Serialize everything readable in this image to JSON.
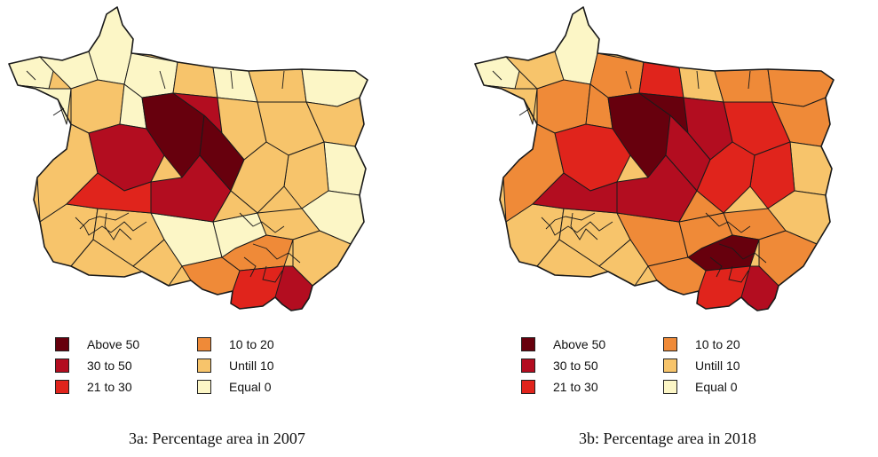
{
  "legend": [
    {
      "label": "Above 50",
      "color": "#67000d"
    },
    {
      "label": "30 to 50",
      "color": "#b30d20"
    },
    {
      "label": "21 to 30",
      "color": "#e0241c"
    },
    {
      "label": "10 to 20",
      "color": "#ef8a38"
    },
    {
      "label": "Untill 10",
      "color": "#f7c46b"
    },
    {
      "label": "Equal 0",
      "color": "#fcf6c6"
    }
  ],
  "maps": [
    {
      "caption": "3a: Percentage area in 2007"
    },
    {
      "caption": "3b: Percentage area in  2018"
    }
  ],
  "colors": {
    "border": "#1a1a1a",
    "background": "#ffffff"
  }
}
